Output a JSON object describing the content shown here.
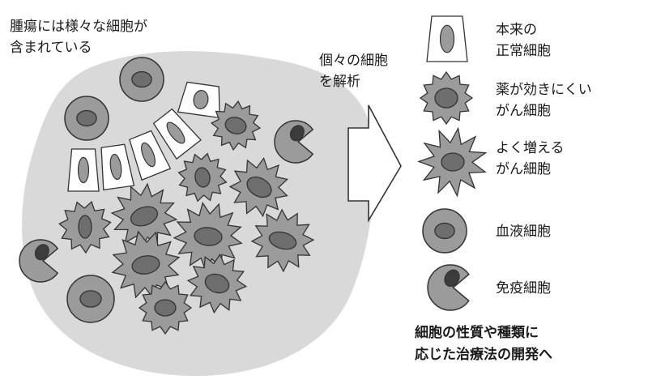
{
  "tumor_heading": [
    "腫瘍には様々な細胞が",
    "含まれている"
  ],
  "arrow_caption": [
    "個々の細胞",
    "を解析"
  ],
  "legend": [
    {
      "id": "normal",
      "icon": "normal-cell-icon",
      "lines": [
        "本来の",
        "正常細胞"
      ]
    },
    {
      "id": "drug-resistant",
      "icon": "drug-resistant-cancer-cell-icon",
      "lines": [
        "薬が効きにくい",
        "がん細胞"
      ]
    },
    {
      "id": "proliferating",
      "icon": "proliferating-cancer-cell-icon",
      "lines": [
        "よく増える",
        "がん細胞"
      ]
    },
    {
      "id": "blood",
      "icon": "blood-cell-icon",
      "lines": [
        "血液細胞"
      ]
    },
    {
      "id": "immune",
      "icon": "immune-cell-icon",
      "lines": [
        "免疫細胞"
      ]
    }
  ],
  "conclusion": [
    "細胞の性質や種類に",
    "応じた治療法の開発へ"
  ],
  "colors": {
    "tumor_fill": "#d9d9d9",
    "cell_fill": "#9b9b9b",
    "nucleus_fill": "#6e6e6e",
    "immune_nucleus": "#3c3c3c",
    "normal_fill": "#ffffff",
    "stroke": "#333333"
  }
}
